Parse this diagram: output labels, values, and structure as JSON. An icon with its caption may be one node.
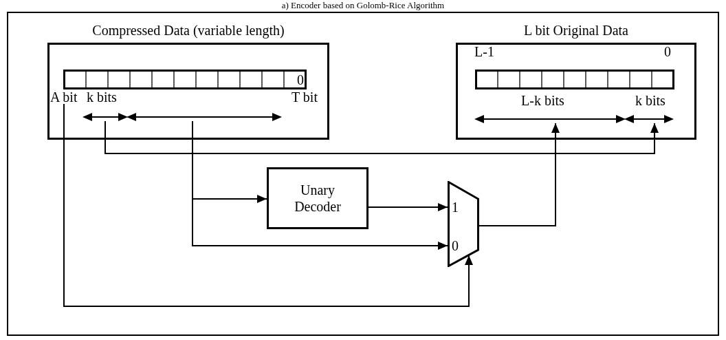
{
  "diagram": {
    "title": "a) Encoder based on Golomb-Rice Algorithm",
    "nodes": [
      {
        "text": [
          "Compressed Data (variable length)"
        ]
      },
      {
        "text": [
          "A bit"
        ],
        "in": 0
      },
      {
        "text": [],
        "shape": "bar",
        "in": 0
      },
      {
        "text": [],
        "shape": "bar",
        "in": 0
      },
      {
        "text": [
          "L bit Original Data"
        ]
      },
      {
        "text": [],
        "shape": "bar",
        "in": 4
      },
      {
        "text": [],
        "shape": "bar",
        "in": 4
      },
      {
        "text": [
          "Unary Decoder"
        ]
      },
      {
        "text": [
          "1",
          "0"
        ]
      }
    ],
    "edges": [
      {
        "from": 3,
        "to": 7,
        "arrow": "to"
      },
      {
        "from": 3,
        "to": 8,
        "arrow": "to"
      },
      {
        "from": 7,
        "to": 8,
        "arrow": "to"
      },
      {
        "from": 1,
        "to": 8,
        "arrow": "to"
      },
      {
        "from": 2,
        "to": 6,
        "arrow": "to"
      },
      {
        "from": 8,
        "to": 5,
        "arrow": "to"
      }
    ],
    "labels": [
      "0",
      "k bits",
      "T bit",
      "L-1",
      "0",
      "L-k bits",
      "k bits"
    ]
  }
}
